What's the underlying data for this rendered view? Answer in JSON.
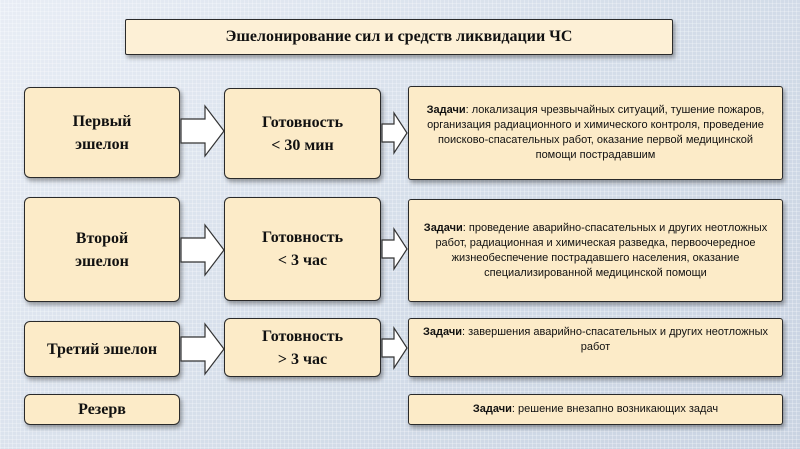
{
  "title": "Эшелонирование сил и средств ликвидации ЧС",
  "rows": [
    {
      "echelon": [
        "Первый",
        "эшелон"
      ],
      "readiness": [
        "Готовность",
        "< 30 мин"
      ],
      "task_prefix": "Задачи",
      "task_text": ": локализация чрезвычайных ситуаций, тушение пожаров, организация радиационного и химического контроля, проведение поисково-спасательных работ, оказание первой медицинской помощи пострадавшим"
    },
    {
      "echelon": [
        "Второй",
        "эшелон"
      ],
      "readiness": [
        "Готовность",
        "< 3 час"
      ],
      "task_prefix": "Задачи",
      "task_text": ": проведение аварийно-спасательных и других неотложных работ, радиационная и химическая разведка, первоочередное жизнеобеспечение пострадавшего населения, оказание специализированной медицинской помощи"
    },
    {
      "echelon": [
        "Третий эшелон"
      ],
      "readiness": [
        "Готовность",
        "> 3 час"
      ],
      "task_prefix": "Задачи",
      "task_text": ": завершения аварийно-спасательных и других неотложных работ"
    }
  ],
  "reserve": {
    "label": "Резерв",
    "task_prefix": "Задачи",
    "task_text": ": решение внезапно возникающих задач"
  },
  "colors": {
    "box_fill": "#fcebc8",
    "border": "#2a2a2a",
    "background": "#dde5f0"
  }
}
